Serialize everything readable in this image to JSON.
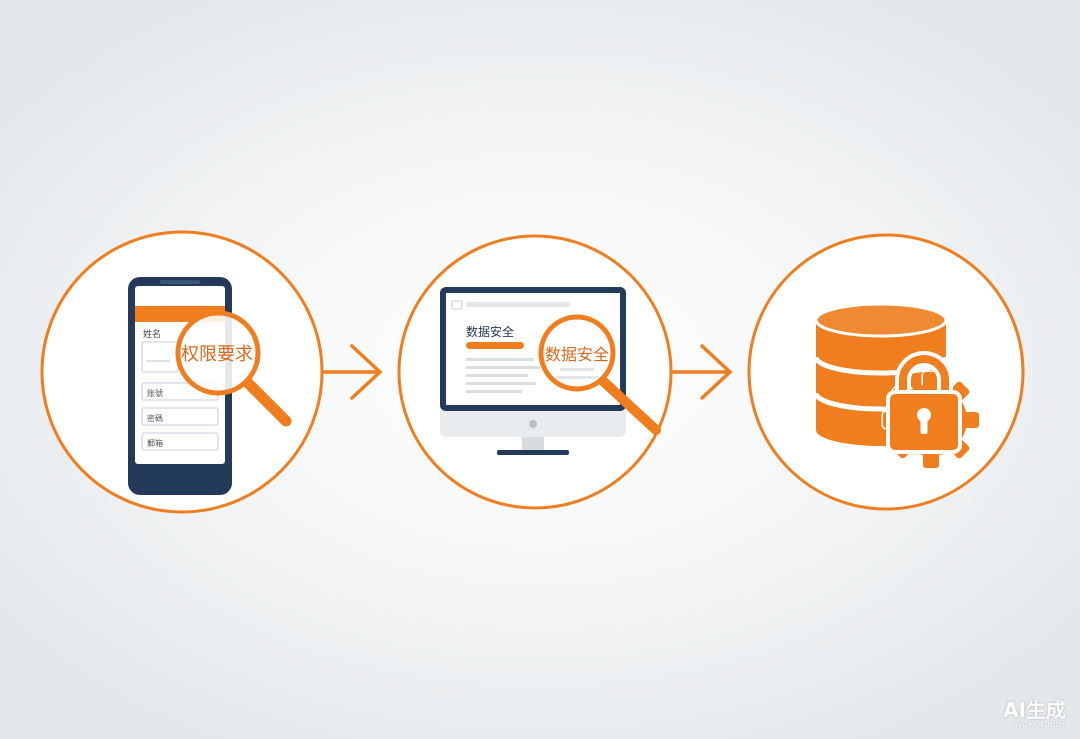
{
  "colors": {
    "accent": "#f07d1e",
    "navy": "#233a5a",
    "text": "#444444",
    "line": "#d8dde2"
  },
  "steps": [
    {
      "icon": "phone-magnifier-icon",
      "form_labels": [
        "姓名",
        "账號",
        "密碼",
        "郵箱"
      ],
      "lens_text": "权限要求"
    },
    {
      "icon": "monitor-magnifier-icon",
      "heading": "数据安全",
      "lens_text": "数据安全"
    },
    {
      "icon": "database-lock-icon"
    }
  ],
  "arrows": [
    "arrow-right-icon",
    "arrow-right-icon"
  ],
  "watermark": {
    "main": "AI生成",
    "sub": "WORKBUDDY"
  }
}
